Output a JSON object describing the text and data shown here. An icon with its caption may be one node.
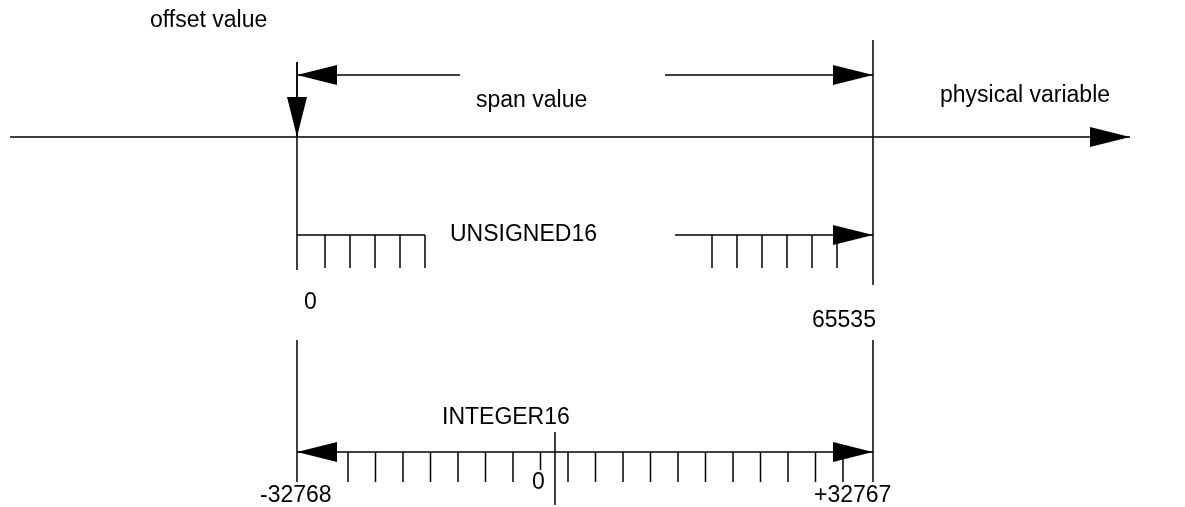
{
  "diagram": {
    "labels": [
      "offset value",
      "span value",
      "physical variable",
      "UNSIGNED16",
      "0",
      "65535",
      "INTEGER16",
      "-32768",
      "0",
      "+32767"
    ]
  }
}
